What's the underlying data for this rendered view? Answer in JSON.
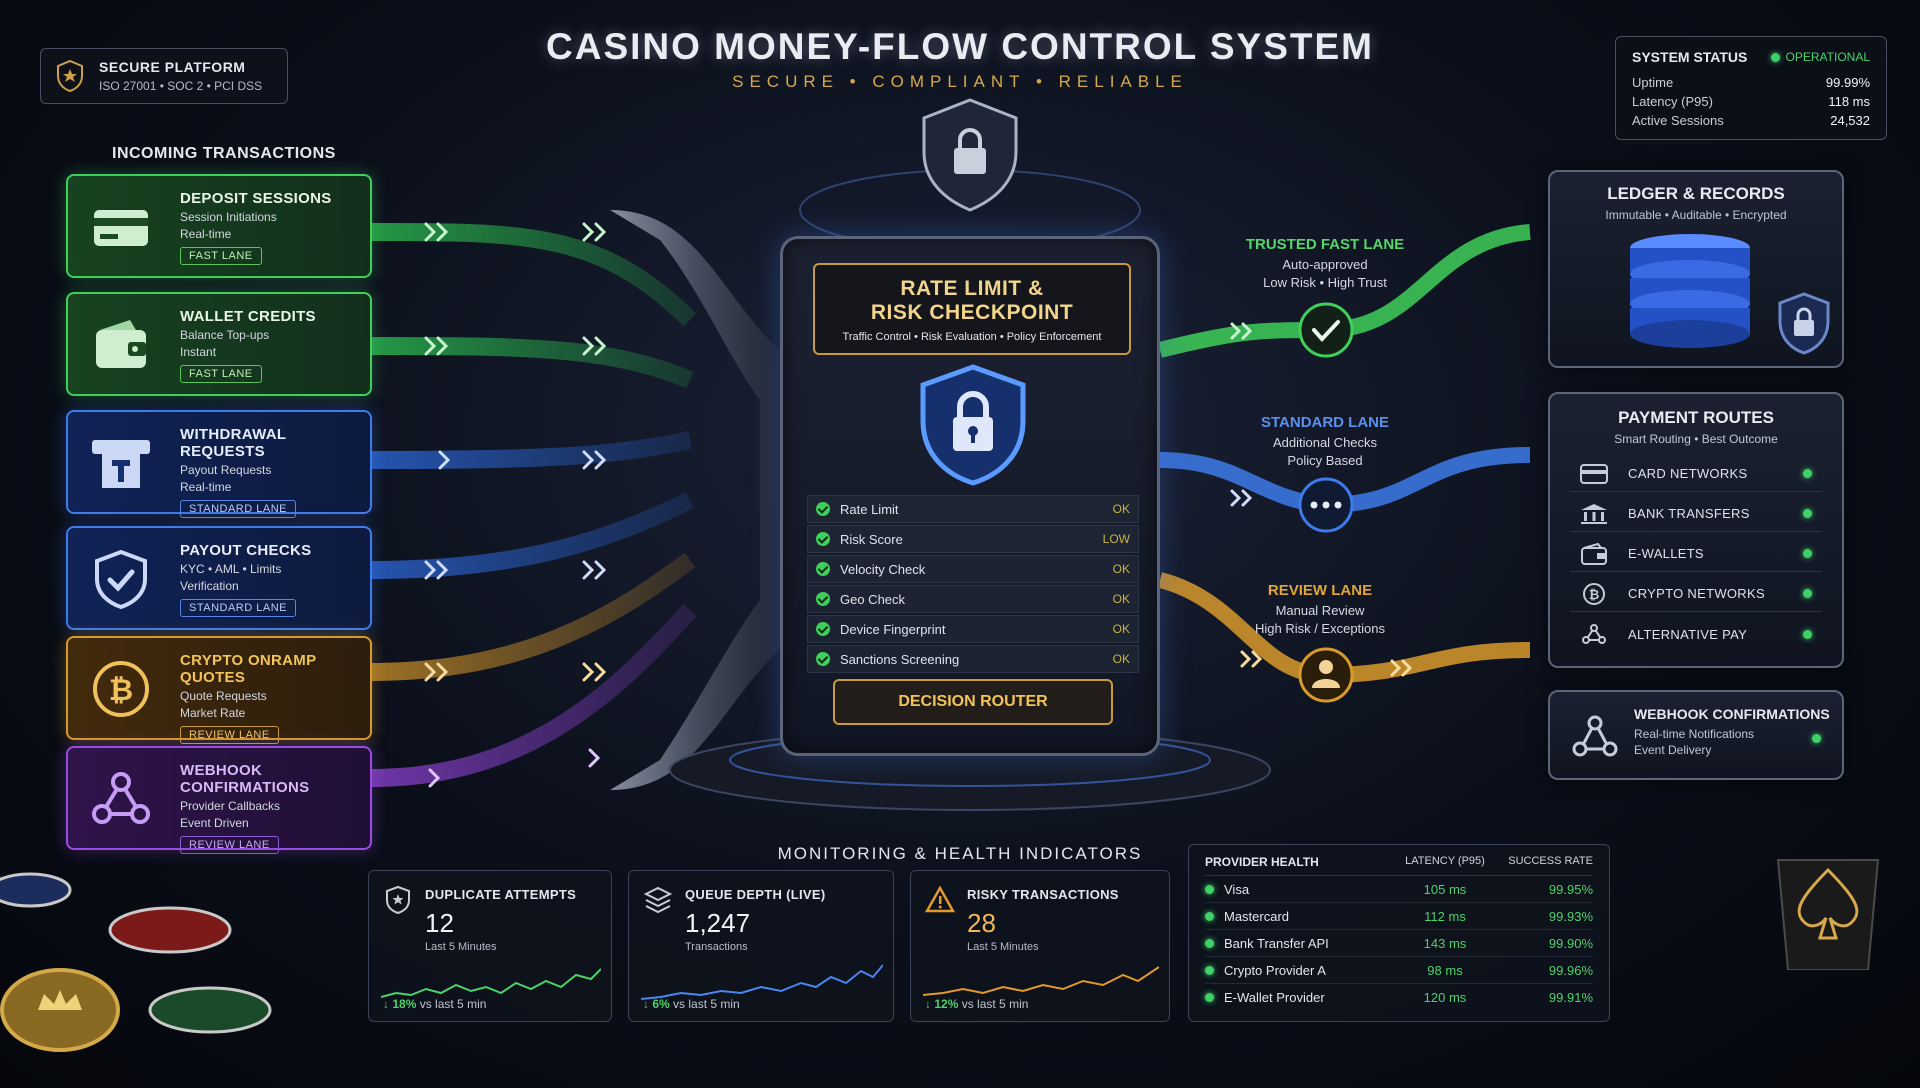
{
  "header": {
    "title": "CASINO MONEY-FLOW CONTROL SYSTEM",
    "subtitle": "SECURE • COMPLIANT • RELIABLE"
  },
  "platform_badge": {
    "title": "SECURE PLATFORM",
    "certs": "ISO 27001 • SOC 2 • PCI DSS",
    "icon": "star-shield-icon"
  },
  "system_status": {
    "title": "SYSTEM STATUS",
    "state": "OPERATIONAL",
    "state_color": "#3fd068",
    "rows": [
      {
        "label": "Uptime",
        "value": "99.99%"
      },
      {
        "label": "Latency (P95)",
        "value": "118 ms"
      },
      {
        "label": "Active Sessions",
        "value": "24,532"
      }
    ]
  },
  "incoming": {
    "title": "INCOMING TRANSACTIONS",
    "items": [
      {
        "name": "DEPOSIT SESSIONS",
        "desc1": "Session Initiations",
        "desc2": "Real-time",
        "lane": "FAST LANE",
        "color": "green",
        "icon": "card-icon"
      },
      {
        "name": "WALLET CREDITS",
        "desc1": "Balance Top-ups",
        "desc2": "Instant",
        "lane": "FAST LANE",
        "color": "green",
        "icon": "wallet-icon"
      },
      {
        "name": "WITHDRAWAL REQUESTS",
        "desc1": "Payout Requests",
        "desc2": "Real-time",
        "lane": "STANDARD LANE",
        "color": "blue",
        "icon": "atm-icon"
      },
      {
        "name": "PAYOUT CHECKS",
        "desc1": "KYC • AML • Limits",
        "desc2": "Verification",
        "lane": "STANDARD LANE",
        "color": "blue",
        "icon": "check-shield-icon"
      },
      {
        "name": "CRYPTO ONRAMP QUOTES",
        "desc1": "Quote Requests",
        "desc2": "Market Rate",
        "lane": "REVIEW LANE",
        "color": "gold",
        "icon": "bitcoin-icon"
      },
      {
        "name": "WEBHOOK CONFIRMATIONS",
        "desc1": "Provider Callbacks",
        "desc2": "Event Driven",
        "lane": "REVIEW LANE",
        "color": "purple",
        "icon": "webhook-icon"
      }
    ]
  },
  "checkpoint": {
    "title_line1": "RATE LIMIT &",
    "title_line2": "RISK CHECKPOINT",
    "subtitle": "Traffic Control • Risk Evaluation • Policy Enforcement",
    "icon": "lock-shield-icon",
    "checks": [
      {
        "label": "Rate Limit",
        "value": "OK"
      },
      {
        "label": "Risk Score",
        "value": "LOW"
      },
      {
        "label": "Velocity Check",
        "value": "OK"
      },
      {
        "label": "Geo Check",
        "value": "OK"
      },
      {
        "label": "Device Fingerprint",
        "value": "OK"
      },
      {
        "label": "Sanctions Screening",
        "value": "OK"
      }
    ],
    "router_label": "DECISION ROUTER"
  },
  "lanes": [
    {
      "title": "TRUSTED FAST LANE",
      "line1": "Auto-approved",
      "line2": "Low Risk • High Trust",
      "color": "#57d56b",
      "icon": "check-icon"
    },
    {
      "title": "STANDARD LANE",
      "line1": "Additional Checks",
      "line2": "Policy Based",
      "color": "#5a90ee",
      "icon": "ellipsis-icon"
    },
    {
      "title": "REVIEW LANE",
      "line1": "Manual Review",
      "line2": "High Risk / Exceptions",
      "color": "#e0a63a",
      "icon": "user-icon"
    }
  ],
  "ledger": {
    "title": "LEDGER & RECORDS",
    "subtitle": "Immutable • Auditable • Encrypted",
    "icon": "database-icon"
  },
  "payment_routes": {
    "title": "PAYMENT ROUTES",
    "subtitle": "Smart Routing • Best Outcome",
    "items": [
      {
        "label": "CARD NETWORKS",
        "icon": "card-icon"
      },
      {
        "label": "BANK TRANSFERS",
        "icon": "bank-icon"
      },
      {
        "label": "E-WALLETS",
        "icon": "wallet-icon"
      },
      {
        "label": "CRYPTO NETWORKS",
        "icon": "bitcoin-icon"
      },
      {
        "label": "ALTERNATIVE PAY",
        "icon": "network-icon"
      }
    ]
  },
  "webhook_out": {
    "title": "WEBHOOK CONFIRMATIONS",
    "line1": "Real-time Notifications",
    "line2": "Event Delivery",
    "icon": "webhook-icon"
  },
  "monitoring": {
    "title": "MONITORING & HEALTH INDICATORS",
    "cards": [
      {
        "title": "DUPLICATE ATTEMPTS",
        "value": "12",
        "sub": "Last 5 Minutes",
        "change": "18%",
        "change_text": "vs last 5 min",
        "color": "#4ed26b",
        "icon": "shield-icon"
      },
      {
        "title": "QUEUE DEPTH (LIVE)",
        "value": "1,247",
        "sub": "Transactions",
        "change": "6%",
        "change_text": "vs last 5 min",
        "color": "#4a86f0",
        "icon": "layers-icon"
      },
      {
        "title": "RISKY TRANSACTIONS",
        "value": "28",
        "sub": "Last 5 Minutes",
        "change": "12%",
        "change_text": "vs last 5 min",
        "color": "#e29a2c",
        "icon": "warning-icon"
      }
    ]
  },
  "provider_health": {
    "title": "PROVIDER HEALTH",
    "col_latency": "LATENCY (P95)",
    "col_success": "SUCCESS RATE",
    "rows": [
      {
        "name": "Visa",
        "latency": "105 ms",
        "success": "99.95%"
      },
      {
        "name": "Mastercard",
        "latency": "112 ms",
        "success": "99.93%"
      },
      {
        "name": "Bank Transfer API",
        "latency": "143 ms",
        "success": "99.90%"
      },
      {
        "name": "Crypto Provider A",
        "latency": "98 ms",
        "success": "99.96%"
      },
      {
        "name": "E-Wallet Provider",
        "latency": "120 ms",
        "success": "99.91%"
      }
    ]
  }
}
